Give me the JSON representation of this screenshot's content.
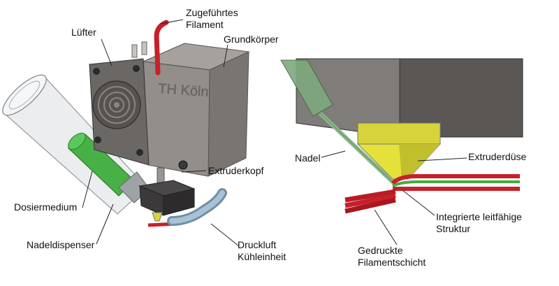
{
  "left_figure": {
    "housing_text": "TH Köln",
    "labels": {
      "zugefuehrtes_filament": [
        "Zugeführtes",
        "Filament"
      ],
      "luefter": "Lüfter",
      "grundkoerper": "Grundkörper",
      "extruderkopf": "Extruderkopf",
      "dosiermedium": "Dosiermedium",
      "nadeldispenser": "Nadeldispenser",
      "druckluft_kuehleinheit": [
        "Druckluft",
        "Kühleinheit"
      ]
    }
  },
  "right_figure": {
    "labels": {
      "nadel": "Nadel",
      "extruderduese": "Extruderdüse",
      "integrierte_struktur": [
        "Integrierte leitfähige",
        "Struktur"
      ],
      "gedruckte_filamentschicht": [
        "Gedruckte",
        "Filamentschicht"
      ]
    }
  },
  "colors": {
    "housing": "#8f8a86",
    "housing_dark": "#6d6864",
    "fan_plate": "#5f5c5a",
    "filament": "#c8202a",
    "needle_green": "#3fae3f",
    "nozzle_yellow": "#e4e23a",
    "cooling_tube": "#8aa8c0"
  }
}
